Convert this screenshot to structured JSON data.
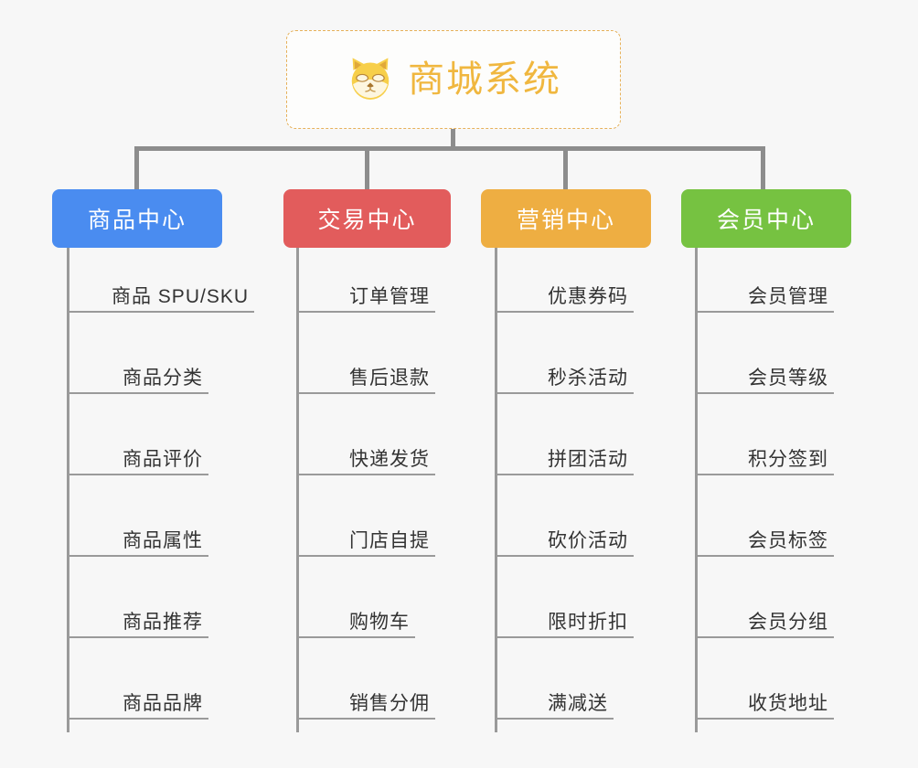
{
  "diagram": {
    "type": "mindmap",
    "background_color": "#f7f7f7",
    "root": {
      "title": "商城系统",
      "icon": "shiba-dog-icon",
      "text_color": "#f0b73f",
      "border_color": "#e6b15a"
    },
    "branches": [
      {
        "label": "商品中心",
        "color": "#4a8cf0",
        "items": [
          "商品 SPU/SKU",
          "商品分类",
          "商品评价",
          "商品属性",
          "商品推荐",
          "商品品牌"
        ]
      },
      {
        "label": "交易中心",
        "color": "#e25c5c",
        "items": [
          "订单管理",
          "售后退款",
          "快递发货",
          "门店自提",
          "购物车",
          "销售分佣"
        ]
      },
      {
        "label": "营销中心",
        "color": "#eeae42",
        "items": [
          "优惠券码",
          "秒杀活动",
          "拼团活动",
          "砍价活动",
          "限时折扣",
          "满减送"
        ]
      },
      {
        "label": "会员中心",
        "color": "#76c241",
        "items": [
          "会员管理",
          "会员等级",
          "积分签到",
          "会员标签",
          "会员分组",
          "收货地址"
        ]
      }
    ]
  }
}
